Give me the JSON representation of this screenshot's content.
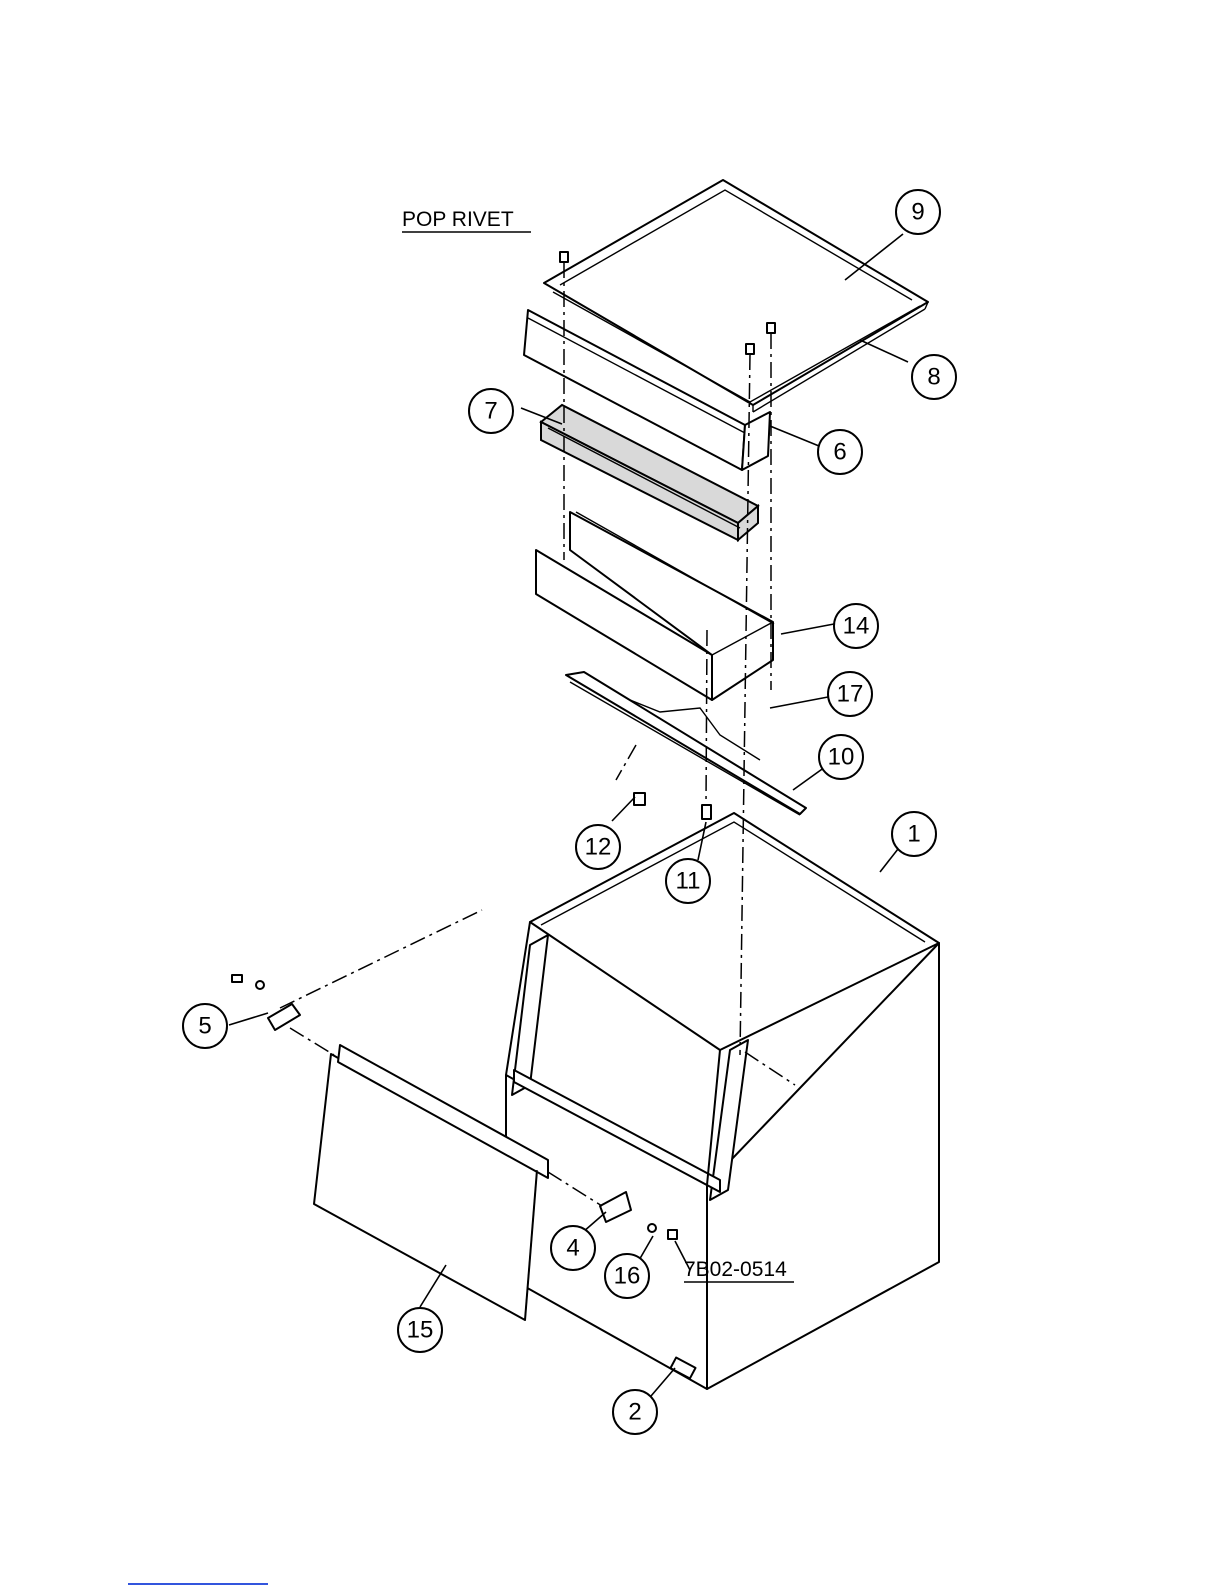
{
  "labels": {
    "pop_rivet": "POP RIVET",
    "part_code": "7B02-0514"
  },
  "callouts": [
    "1",
    "2",
    "4",
    "5",
    "6",
    "7",
    "8",
    "9",
    "10",
    "11",
    "12",
    "14",
    "15",
    "16",
    "17"
  ]
}
